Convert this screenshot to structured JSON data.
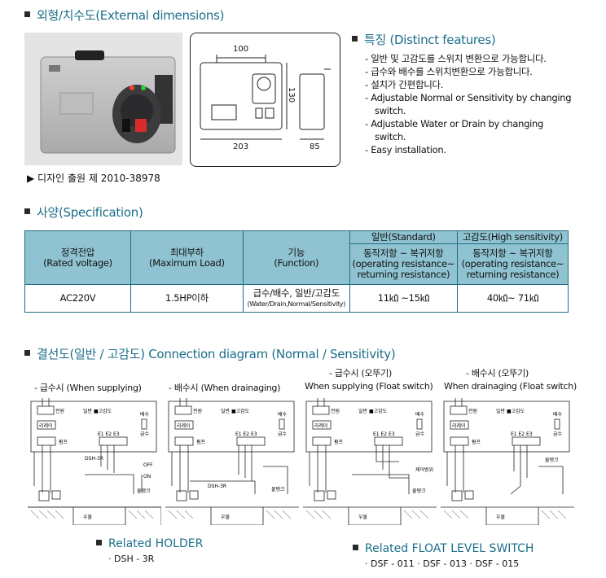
{
  "external": {
    "title": "외형/치수도(External dimensions)",
    "design_no": "▶ 디자인 출원 제 2010-38978",
    "dims": {
      "top": "100",
      "width": "203",
      "height": "130",
      "depth": "85"
    }
  },
  "features": {
    "title": "특징 (Distinct features)",
    "items": [
      "- 일반 및 고감도를 스위치 변환으로 가능합니다.",
      "- 급수와 배수를 스위치변환으로 가능합니다.",
      "- 설치가 간편합니다.",
      "- Adjustable Normal or Sensitivity by changing",
      "  switch.",
      "- Adjustable Water or Drain by changing",
      "  switch.",
      "- Easy installation."
    ]
  },
  "spec": {
    "title": "사양(Specification)",
    "headers": {
      "rated_voltage": [
        "정격전압",
        "(Rated voltage)"
      ],
      "max_load": [
        "최대부하",
        "(Maximum Load)"
      ],
      "function": [
        "기능",
        "(Function)"
      ],
      "standard": "일반(Standard)",
      "high": "고감도(High sensitivity)",
      "resist": [
        "동작저항 ~ 복귀저항",
        "(operating resistance~",
        "returning resistance)"
      ]
    },
    "row": {
      "voltage": "AC220V",
      "load": "1.5HP이하",
      "function": [
        "급수/배수, 일반/고감도",
        "(Water/Drain,Normal/Sensitivity)"
      ],
      "standard": "11㏀ ~15㏀",
      "high": "40㏀~ 71㏀"
    }
  },
  "connection": {
    "title": "결선도(일반 / 고감도) Connection diagram (Normal / Sensitivity)",
    "diagrams": [
      {
        "line1": "",
        "line2": "- 급수시 (When supplying)"
      },
      {
        "line1": "",
        "line2": "- 배수시 (When drainaging)"
      },
      {
        "line1": "- 급수시 (오뚜기)",
        "line2": "When supplying (Float switch)"
      },
      {
        "line1": "- 배수시 (오뚜기)",
        "line2": "When drainaging (Float switch)"
      }
    ],
    "labels": {
      "power": "전원",
      "relay": "리레이",
      "pump": "펌프",
      "normal_high": "일반 ■고감도",
      "drain": "배수",
      "supply": "급수",
      "electrodes": "E1 E2 E3",
      "well": "우물",
      "off": "OFF",
      "on": "ON",
      "tank": "물탱크",
      "dsh": "DSH-3R",
      "control": "제어범위"
    }
  },
  "related": {
    "holder_title": "Related HOLDER",
    "holder_items": "· DSH - 3R",
    "float_title": "Related FLOAT LEVEL SWITCH",
    "float_items": "· DSF - 011 · DSF - 013 · DSF - 015"
  },
  "colors": {
    "accent": "#1b6e8a",
    "table_header": "#8fc3d1",
    "table_border": "#1f6b83"
  }
}
